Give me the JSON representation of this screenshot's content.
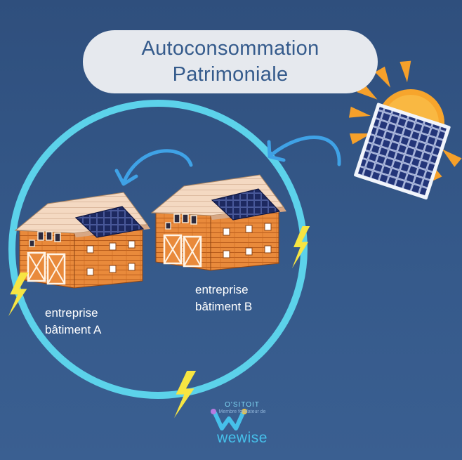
{
  "title": {
    "line1": "Autoconsommation",
    "line2": "Patrimoniale"
  },
  "labels": {
    "building_a": {
      "line1": "entreprise",
      "line2": "bâtiment A"
    },
    "building_b": {
      "line1": "entreprise",
      "line2": "bâtiment B"
    }
  },
  "brand": {
    "top": "O'SITOIT",
    "subtitle": "Membre fondateur de",
    "wordmark": "wewise"
  },
  "colors": {
    "background": "#33578a",
    "ring": "#5cd2ea",
    "arrow": "#3fa2e6",
    "lightning": "#f7e542",
    "sun": "#f7a52c",
    "barn_wall": "#e77f31",
    "barn_roof": "#f3d6bd",
    "solar_panel": "#1f2a64"
  },
  "icons": [
    "sun-icon",
    "solar-panel-icon",
    "barn-icon",
    "lightning-icon",
    "curved-arrow-icon"
  ]
}
